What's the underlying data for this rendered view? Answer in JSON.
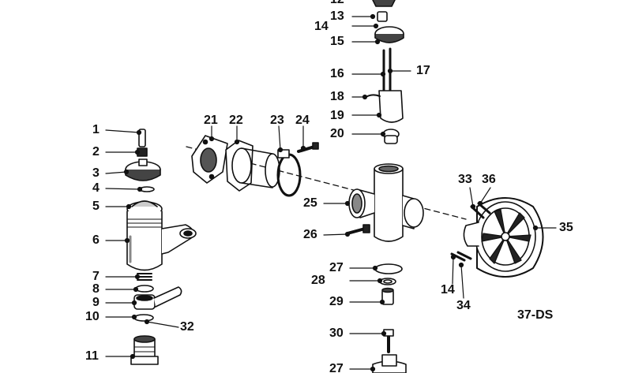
{
  "diagram": {
    "colors": {
      "ink": "#111111",
      "paper": "#ffffff"
    },
    "callouts": [
      {
        "id": "c12",
        "label": "12"
      },
      {
        "id": "c13",
        "label": "13"
      },
      {
        "id": "c14a",
        "label": "14"
      },
      {
        "id": "c15",
        "label": "15"
      },
      {
        "id": "c16",
        "label": "16"
      },
      {
        "id": "c17",
        "label": "17"
      },
      {
        "id": "c18",
        "label": "18"
      },
      {
        "id": "c19",
        "label": "19"
      },
      {
        "id": "c20",
        "label": "20"
      },
      {
        "id": "c21",
        "label": "21"
      },
      {
        "id": "c22",
        "label": "22"
      },
      {
        "id": "c23",
        "label": "23"
      },
      {
        "id": "c24",
        "label": "24"
      },
      {
        "id": "c25",
        "label": "25"
      },
      {
        "id": "c26",
        "label": "26"
      },
      {
        "id": "c27a",
        "label": "27"
      },
      {
        "id": "c28",
        "label": "28"
      },
      {
        "id": "c29",
        "label": "29"
      },
      {
        "id": "c30",
        "label": "30"
      },
      {
        "id": "c27b",
        "label": "27"
      },
      {
        "id": "c33",
        "label": "33"
      },
      {
        "id": "c36",
        "label": "36"
      },
      {
        "id": "c35",
        "label": "35"
      },
      {
        "id": "c14b",
        "label": "14"
      },
      {
        "id": "c34",
        "label": "34"
      },
      {
        "id": "c1",
        "label": "1"
      },
      {
        "id": "c2",
        "label": "2"
      },
      {
        "id": "c3",
        "label": "3"
      },
      {
        "id": "c4",
        "label": "4"
      },
      {
        "id": "c5",
        "label": "5"
      },
      {
        "id": "c6",
        "label": "6"
      },
      {
        "id": "c7",
        "label": "7"
      },
      {
        "id": "c8",
        "label": "8"
      },
      {
        "id": "c9",
        "label": "9"
      },
      {
        "id": "c10",
        "label": "10"
      },
      {
        "id": "c32",
        "label": "32"
      },
      {
        "id": "c11",
        "label": "11"
      }
    ],
    "diagram_code": "37-DS"
  }
}
